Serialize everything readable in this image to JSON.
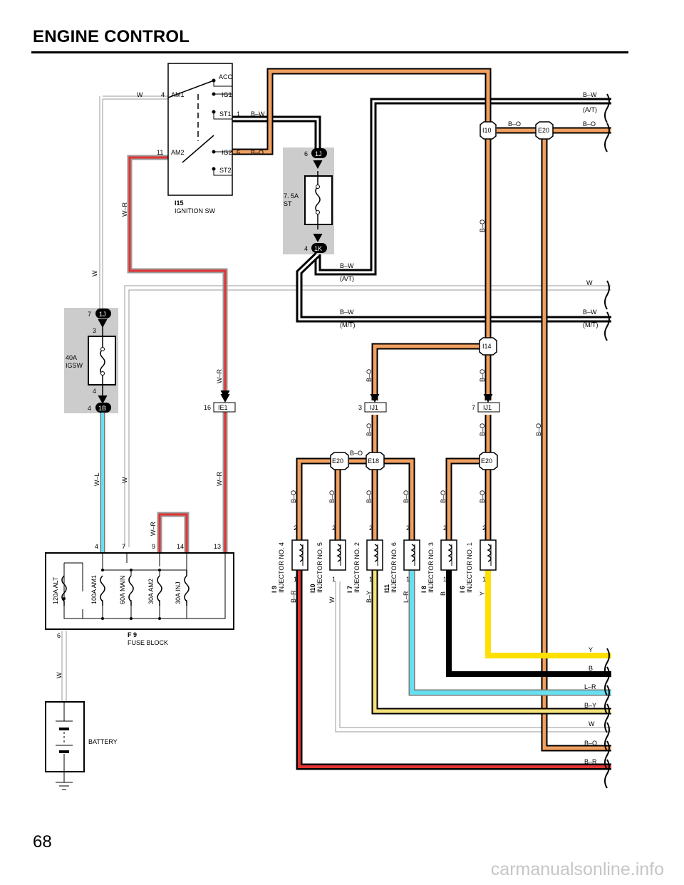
{
  "page": {
    "title": "ENGINE CONTROL",
    "number": "68",
    "watermark": "carmanualsonline.info"
  },
  "colors": {
    "orange": "#f0a060",
    "red": "#e23333",
    "yellow": "#ffe000",
    "cyan": "#66e0f0",
    "yellow_light": "#f4e27a",
    "gray_box": "#cccccc",
    "wire_gray": "#b5b5b5"
  },
  "ignition_switch": {
    "id": "I15",
    "name": "IGNITION SW",
    "contacts": {
      "acc": "ACC",
      "ig1": "IG1",
      "st1": "ST1",
      "ig2": "IG2",
      "st2": "ST2",
      "am1": "AM1",
      "am2": "AM2"
    },
    "pins": {
      "am1": "4",
      "am2": "11",
      "st1": "1",
      "ig2": "6"
    },
    "wires": {
      "am1": "W",
      "st1": "B–W",
      "ig2": "B–O"
    }
  },
  "fuse_st": {
    "label1": "7. 5A",
    "label2": "ST",
    "conn_top": "1J",
    "pin_top": "6",
    "conn_bottom": "1K",
    "pin_bottom": "4"
  },
  "fuse_igsw": {
    "label1": "40A",
    "label2": "IGSW",
    "conn_top": "1J",
    "pin_top": "7",
    "pin_top2": "3",
    "conn_bottom": "1B",
    "pin_bottom": "4",
    "pin_bottom2": "4"
  },
  "fuse_block": {
    "id": "F 9",
    "name": "FUSE BLOCK",
    "fuses": [
      "120A ALT",
      "100A AM1",
      "60A MAIN",
      "30A AM2",
      "30A INJ"
    ],
    "pins": {
      "p4": "4",
      "p7": "7",
      "p9": "9",
      "p14": "14",
      "p13": "13",
      "p6": "6"
    }
  },
  "battery": {
    "label": "BATTERY"
  },
  "connectors": {
    "i10": "I10",
    "e20": "E20",
    "i14": "I14",
    "ie1": "IE1",
    "ie1_pin": "16",
    "ij1": "IJ1",
    "ij1_pin_a": "3",
    "ij1_pin_b": "7",
    "e18": "E18"
  },
  "injectors": [
    {
      "id": "I 9",
      "name": "INJECTOR NO. 4",
      "wire_in": "B–O",
      "wire_out": "B–R",
      "pin_in": "2",
      "pin_out": "1"
    },
    {
      "id": "I10",
      "name": "INJECTOR NO. 5",
      "wire_in": "B–O",
      "wire_out": "W",
      "pin_in": "2",
      "pin_out": "1"
    },
    {
      "id": "I 7",
      "name": "INJECTOR NO. 2",
      "wire_in": "B–O",
      "wire_out": "B–Y",
      "pin_in": "2",
      "pin_out": "1"
    },
    {
      "id": "I11",
      "name": "INJECTOR NO. 6",
      "wire_in": "B–O",
      "wire_out": "L–R",
      "pin_in": "2",
      "pin_out": "1"
    },
    {
      "id": "I 8",
      "name": "INJECTOR NO. 3",
      "wire_in": "B–O",
      "wire_out": "B",
      "pin_in": "2",
      "pin_out": "1"
    },
    {
      "id": "I 6",
      "name": "INJECTOR NO. 1",
      "wire_in": "B–O",
      "wire_out": "Y",
      "pin_in": "2",
      "pin_out": "1"
    }
  ],
  "wire_labels": {
    "bw": "B–W",
    "bo": "B–O",
    "w": "W",
    "wr": "W–R",
    "wl": "W–L",
    "y": "Y",
    "b": "B",
    "lr": "L–R",
    "by": "B–Y",
    "br": "B–R",
    "at": "(A/T)",
    "mt": "(M/T)"
  }
}
